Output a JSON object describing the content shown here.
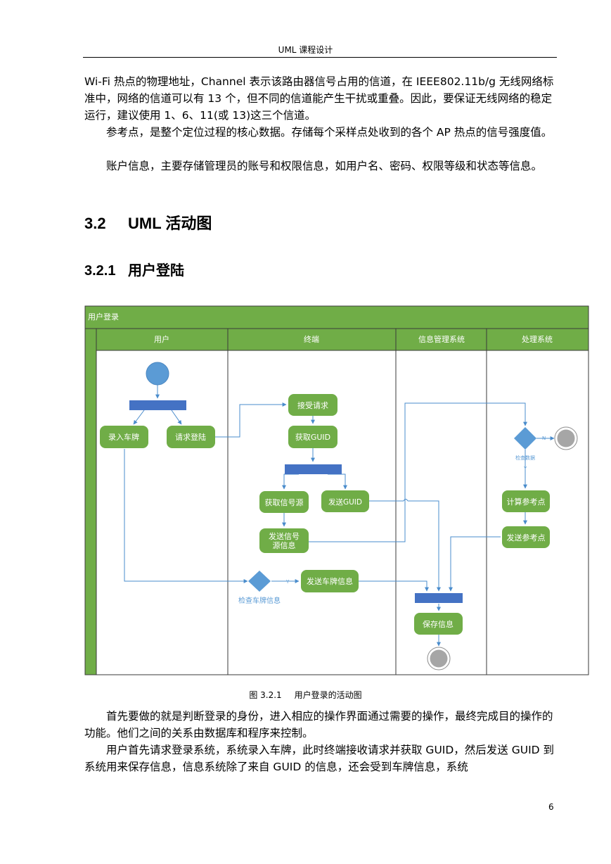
{
  "header": {
    "title": "UML 课程设计"
  },
  "paragraphs_top": [
    "Wi-Fi 热点的物理地址，Channel 表示该路由器信号占用的信道，在 IEEE802.11b/g 无线网络标准中，网络的信道可以有 13 个，但不同的信道能产生干扰或重叠。因此，要保证无线网络的稳定运行，建议使用 1、6、11(或 13)这三个信道。",
    "参考点，是整个定位过程的核心数据。存储每个采样点处收到的各个 AP 热点的信号强度值。",
    "账户信息，主要存储管理员的账号和权限信息，如用户名、密码、权限等级和状态等信息。"
  ],
  "heading2": {
    "number": "3.2",
    "text": "UML 活动图"
  },
  "heading3": {
    "number": "3.2.1",
    "text": "用户登陆"
  },
  "diagram": {
    "title": "用户登录",
    "lanes": [
      "用户",
      "终端",
      "信息管理系统",
      "处理系统"
    ],
    "nodes": {
      "enter_plate": "录入车牌",
      "request_login": "请求登陆",
      "accept_request": "接受请求",
      "get_guid": "获取GUID",
      "get_signal_source": "获取信号源",
      "send_guid": "发送GUID",
      "send_signal_info": "发送信号源信息",
      "check_plate": "检查车牌信息",
      "send_plate_info": "发送车牌信息",
      "save_info": "保存信息",
      "check_data": "检查数据",
      "calc_ref_point": "计算参考点",
      "send_ref_point": "发送参考点"
    },
    "guards": {
      "yes": "Y",
      "no": "N"
    },
    "colors": {
      "header_green": "#70ad47",
      "action_green": "#70ad47",
      "bar_blue": "#4472c4",
      "node_blue": "#5b9bd5",
      "line_blue": "#4a8ccc",
      "final_gray": "#a6a6a6"
    }
  },
  "caption": {
    "number": "图 3.2.1",
    "text": "用户登录的活动图"
  },
  "paragraphs_bottom": [
    "首先要做的就是判断登录的身份，进入相应的操作界面通过需要的操作，最终完成目的操作的功能。他们之间的关系由数据库和程序来控制。",
    "用户首先请求登录系统，系统录入车牌，此时终端接收请求并获取 GUID，然后发送 GUID 到系统用来保存信息，信息系统除了来自 GUID 的信息，还会受到车牌信息，系统"
  ],
  "page_number": "6"
}
